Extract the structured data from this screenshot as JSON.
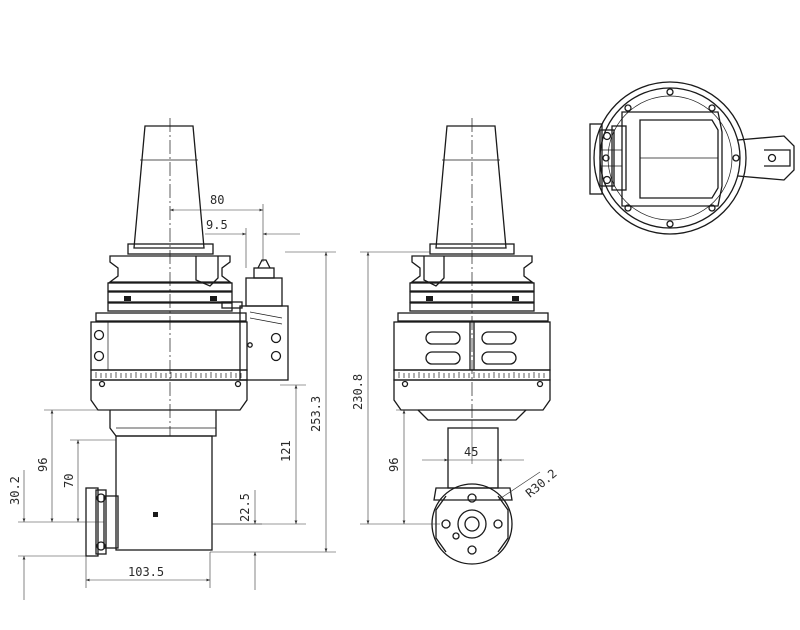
{
  "dimensions": {
    "d80": "80",
    "d9_5": "9.5",
    "d253_3": "253.3",
    "d121": "121",
    "d22_5": "22.5",
    "d103_5": "103.5",
    "d96_left": "96",
    "d70": "70",
    "d30_2": "30.2",
    "d230_8": "230.8",
    "d96_right": "96",
    "d45": "45",
    "dR30_2": "R30.2"
  },
  "colors": {
    "line": "#1a1a1a",
    "background": "#ffffff"
  }
}
